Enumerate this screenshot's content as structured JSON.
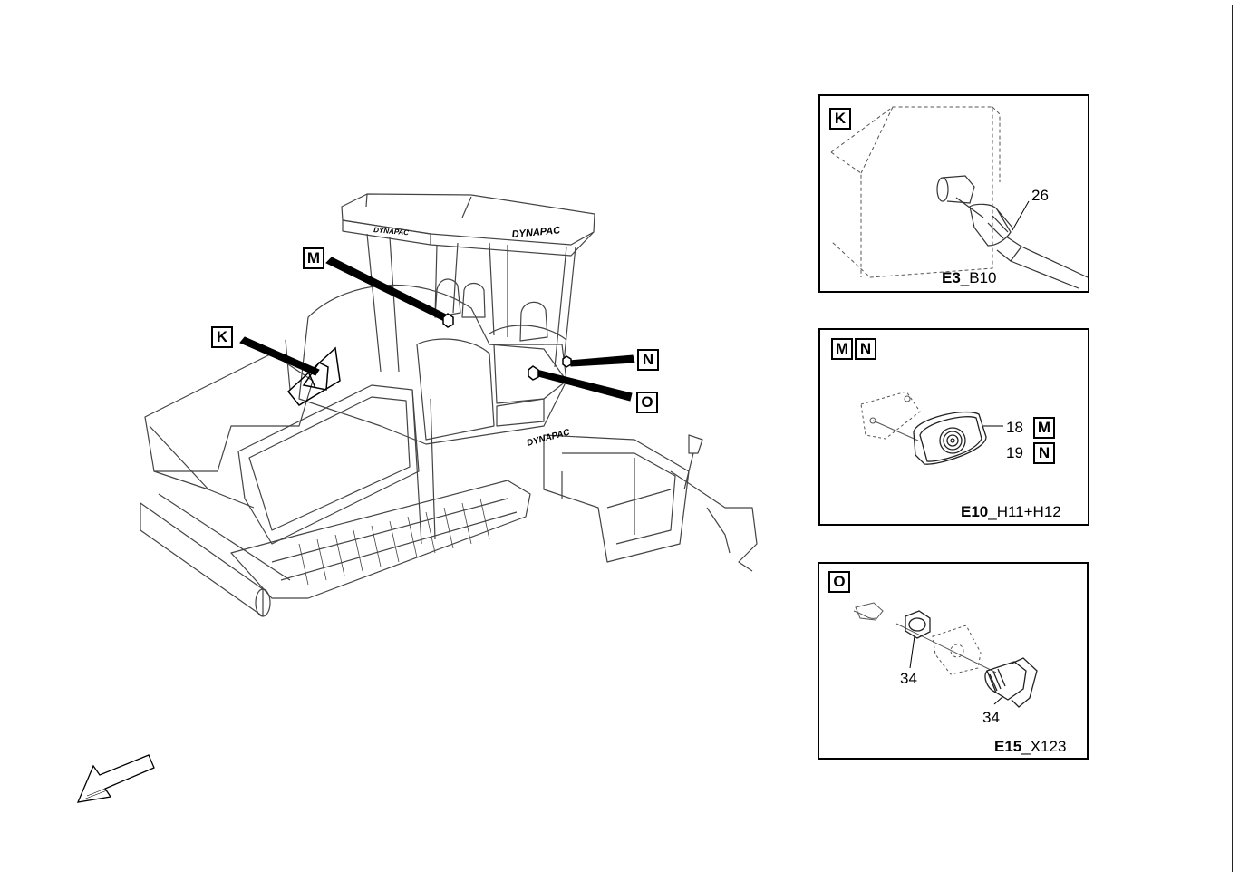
{
  "main_view": {
    "callouts": {
      "k": "K",
      "m": "M",
      "n": "N",
      "o": "O"
    },
    "brand_texts": [
      "DYNAPAC",
      "DYNAPAC",
      "DYNAPAC"
    ]
  },
  "details": {
    "k": {
      "tag": "K",
      "part": "26",
      "caption_bold": "E3",
      "caption_rest": "_B10"
    },
    "mn": {
      "tags": [
        "M",
        "N"
      ],
      "parts": [
        {
          "number": "18",
          "tag": "M"
        },
        {
          "number": "19",
          "tag": "N"
        }
      ],
      "caption_bold": "E10",
      "caption_rest": "_H11+H12"
    },
    "o": {
      "tag": "O",
      "parts": [
        "34",
        "34"
      ],
      "caption_bold": "E15",
      "caption_rest": "_X123"
    }
  }
}
